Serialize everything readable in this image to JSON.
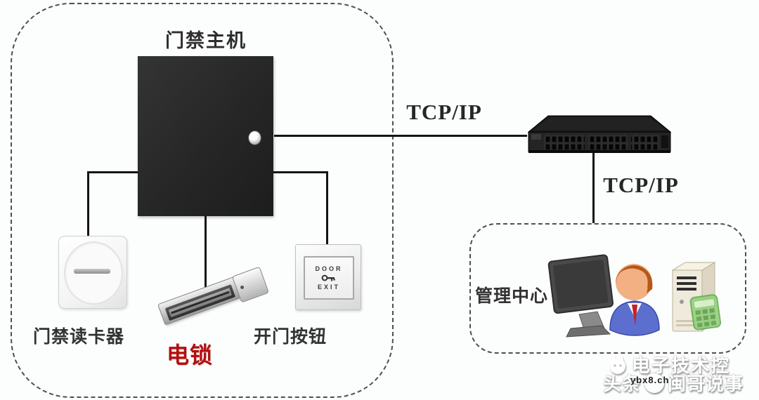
{
  "diagram": {
    "host": {
      "label": "门禁主机"
    },
    "reader": {
      "label": "门禁读卡器"
    },
    "lock": {
      "label": "电锁"
    },
    "exit_button": {
      "label": "开门按钮",
      "face_line1": "DOOR",
      "face_line2": "EXIT"
    },
    "links": {
      "tcpip_host_switch": "TCP/IP",
      "tcpip_switch_center": "TCP/IP"
    },
    "management_center": {
      "label": "管理中心"
    }
  },
  "watermark": {
    "brand": "电子技术控",
    "platform": "头条",
    "at_symbol": "@",
    "account": "闽哥说事",
    "code": "ybx8.ch"
  },
  "colors": {
    "background": "#fcfefd",
    "wire": "#141414",
    "dashed_border": "#4f4f4f",
    "lock_label_red": "#b50e0e"
  }
}
